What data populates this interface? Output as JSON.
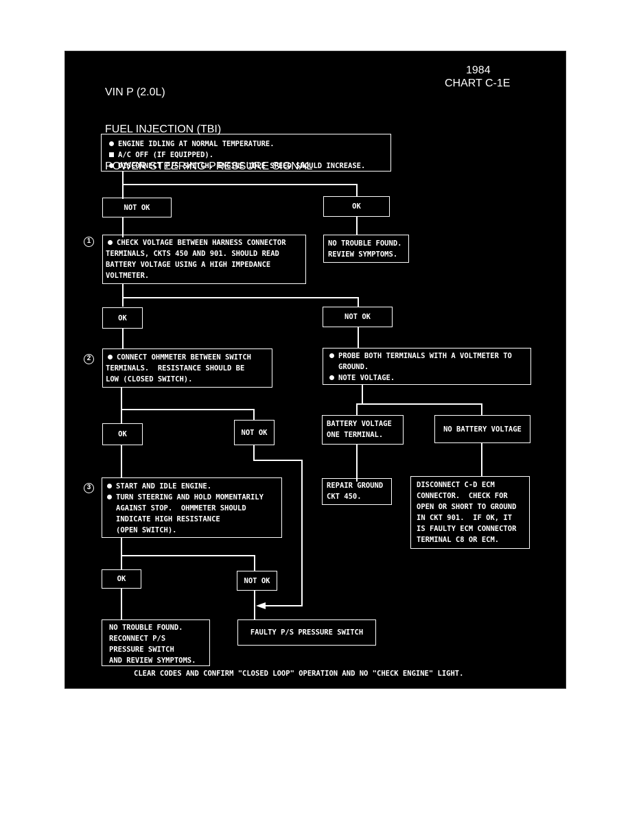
{
  "header": {
    "title_lines": [
      "VIN P (2.0L)",
      "FUEL INJECTION (TBI)",
      "POWER STEERING PRESSURE SIGNAL"
    ],
    "year": "1984",
    "chart_id": "CHART C-1E"
  },
  "steps": {
    "step1": "1",
    "step2": "2",
    "step3": "3"
  },
  "boxes": {
    "start": [
      "ENGINE IDLING AT NORMAL TEMPERATURE.",
      "A/C OFF (IF EQUIPPED).",
      "DISCONNECT P/S SWITCH. ENGINE IDLE SPEED SHOULD INCREASE."
    ],
    "start_not_ok": "NOT OK",
    "start_ok": "OK",
    "no_trouble_1": [
      "NO TROUBLE FOUND.",
      "REVIEW SYMPTOMS."
    ],
    "check_voltage": [
      "CHECK VOLTAGE BETWEEN HARNESS CONNECTOR",
      "TERMINALS, CKTS 450 AND 901. SHOULD READ",
      "BATTERY VOLTAGE USING A HIGH IMPEDANCE",
      "VOLTMETER."
    ],
    "cv_ok": "OK",
    "cv_not_ok": "NOT OK",
    "ohmmeter": [
      "CONNECT OHMMETER BETWEEN SWITCH",
      "TERMINALS.  RESISTANCE SHOULD BE",
      "LOW (CLOSED SWITCH)."
    ],
    "probe": [
      "PROBE BOTH TERMINALS WITH A VOLTMETER TO",
      "GROUND.",
      "NOTE VOLTAGE."
    ],
    "ohm_ok": "OK",
    "ohm_not_ok": "NOT OK",
    "battery_one": [
      "BATTERY VOLTAGE",
      "ONE TERMINAL."
    ],
    "no_battery": "NO BATTERY VOLTAGE",
    "start_idle": [
      "START AND IDLE ENGINE.",
      "TURN STEERING AND HOLD MOMENTARILY",
      "AGAINST STOP.  OHMMETER SHOULD",
      "INDICATE HIGH RESISTANCE",
      "(OPEN SWITCH)."
    ],
    "repair_ground": [
      "REPAIR GROUND",
      "CKT 450."
    ],
    "disconnect_ecm": [
      "DISCONNECT C-D ECM",
      "CONNECTOR.  CHECK FOR",
      "OPEN OR SHORT TO GROUND",
      "IN CKT 901.  IF OK, IT",
      "IS FAULTY ECM CONNECTOR",
      "TERMINAL C8 OR ECM."
    ],
    "final_ok": "OK",
    "final_not_ok": "NOT OK",
    "no_trouble_2": [
      "NO TROUBLE FOUND.",
      "RECONNECT P/S",
      "PRESSURE SWITCH",
      "AND REVIEW SYMPTOMS."
    ],
    "faulty_switch": "FAULTY P/S PRESSURE SWITCH"
  },
  "footer": "CLEAR CODES AND CONFIRM \"CLOSED LOOP\" OPERATION AND NO \"CHECK ENGINE\" LIGHT."
}
